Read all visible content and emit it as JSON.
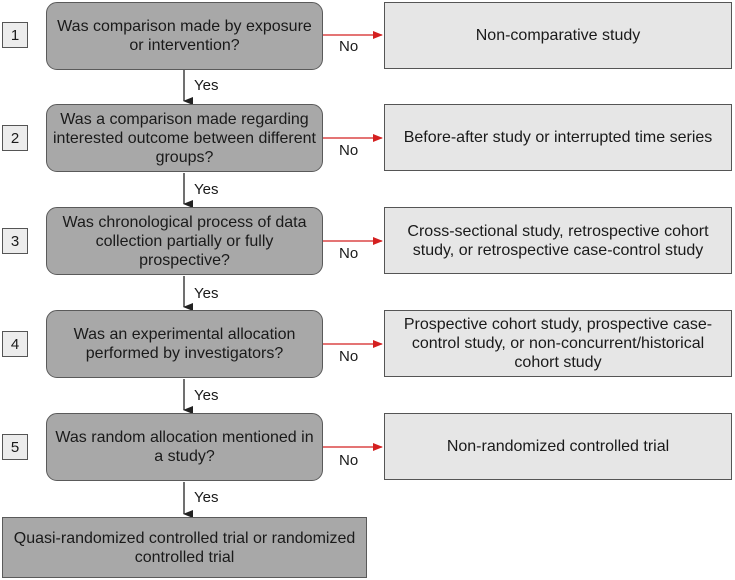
{
  "steps": [
    {
      "number": "1",
      "question": "Was comparison made by exposure or intervention?",
      "no_label": "No",
      "no_result": "Non-comparative study",
      "yes_label": "Yes"
    },
    {
      "number": "2",
      "question": "Was a comparison made regarding interested outcome between different groups?",
      "no_label": "No",
      "no_result": "Before-after study or interrupted time series",
      "yes_label": "Yes"
    },
    {
      "number": "3",
      "question": "Was chronological process of data collection partially or fully prospective?",
      "no_label": "No",
      "no_result": "Cross-sectional study, retrospective cohort study, or retrospective case-control study",
      "yes_label": "Yes"
    },
    {
      "number": "4",
      "question": "Was an experimental allocation performed by investigators?",
      "no_label": "No",
      "no_result": "Prospective cohort study, prospective case-control study, or non-concurrent/historical cohort study",
      "yes_label": "Yes"
    },
    {
      "number": "5",
      "question": "Was random allocation mentioned in a study?",
      "no_label": "No",
      "no_result": "Non-randomized controlled trial",
      "yes_label": "Yes"
    }
  ],
  "final_result": "Quasi-randomized controlled trial or randomized controlled trial",
  "colors": {
    "question_fill": "#a8a8a8",
    "result_fill": "#e6e6e6",
    "no_arrow": "#d42020",
    "yes_arrow": "#222222"
  }
}
